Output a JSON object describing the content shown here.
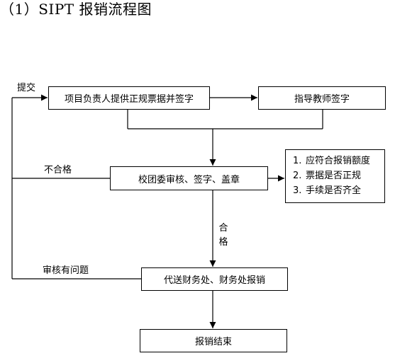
{
  "title": "（1）SIPT 报销流程图",
  "nodes": {
    "project_lead_submit": "项目负责人提供正规票据并签字",
    "advisor_sign": "指导教师签字",
    "committee_review": "校团委审核、签字、盖章",
    "finance_submit": "代送财务处、财务处报销",
    "end": "报销结束"
  },
  "edge_labels": {
    "submit": "提交",
    "fail": "不合格",
    "pass_char_1": "合",
    "pass_char_2": "格",
    "problem": "审核有问题"
  },
  "criteria": [
    {
      "num": "1.",
      "text": "应符合报销额度"
    },
    {
      "num": "2.",
      "text": "票据是否正规"
    },
    {
      "num": "3.",
      "text": "手续是否齐全"
    }
  ]
}
